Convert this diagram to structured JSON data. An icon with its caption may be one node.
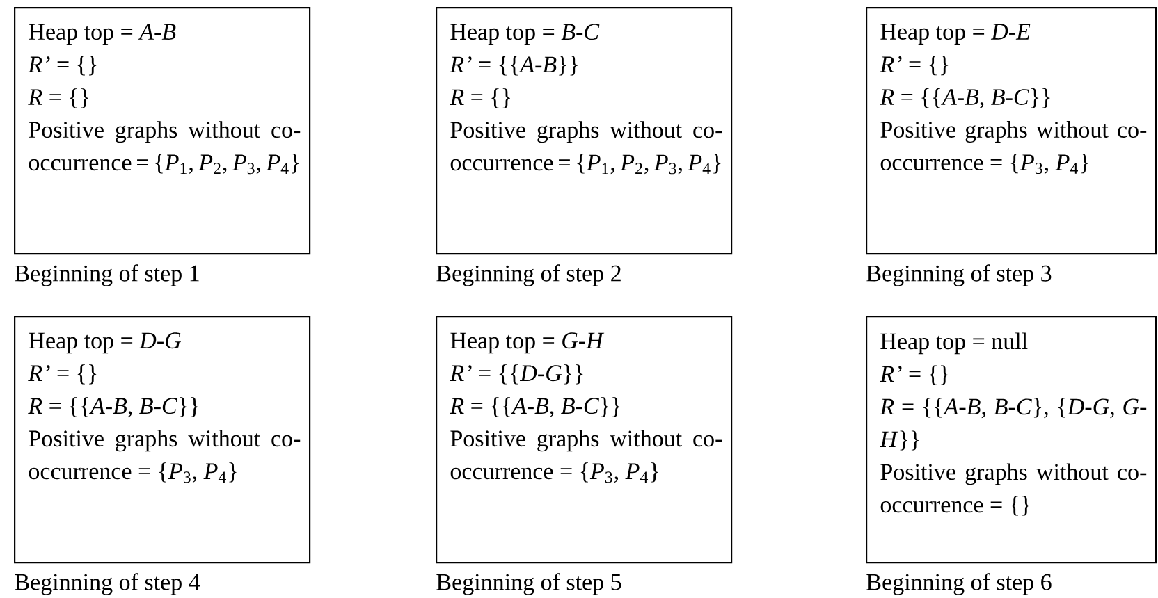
{
  "diagram": {
    "nodes": [
      {
        "text": [
          "Heap top = *A-B*",
          "*R’* = {}",
          "*R* = {}",
          "Positive graphs without co-occurrence = {*P*$_{1}$, *P*$_{2}$, *P*$_{3}$, *P*$_{4}$}"
        ],
        "beside": [
          "Beginning of step 1"
        ]
      },
      {
        "text": [
          "Heap top = *B-C*",
          "*R’* = {{*A-B*}}",
          "*R* = {}",
          "Positive graphs without co-occurrence = {*P*$_{1}$, *P*$_{2}$, *P*$_{3}$, *P*$_{4}$}"
        ],
        "beside": [
          "Beginning of step 2"
        ]
      },
      {
        "text": [
          "Heap top = *D-E*",
          "*R’* = {}",
          "*R* = {{*A-B*, *B-C*}}",
          "Positive graphs without co-occurrence = {*P*$_{3}$, *P*$_{4}$}"
        ],
        "beside": [
          "Beginning of step 3"
        ]
      },
      {
        "text": [
          "Heap top = *D-G*",
          "*R’* = {}",
          "*R* = {{*A-B*, *B-C*}}",
          "Positive graphs without co-occurrence = {*P*$_{3}$, *P*$_{4}$}"
        ],
        "beside": [
          "Beginning of step 4"
        ]
      },
      {
        "text": [
          "Heap top = *G-H*",
          "*R’* = {{*D-G*}}",
          "*R* = {{*A-B*, *B-C*}}",
          "Positive graphs without co-occurrence = {*P*$_{3}$, *P*$_{4}$}"
        ],
        "beside": [
          "Beginning of step 5"
        ]
      },
      {
        "text": [
          "Heap top = null",
          "*R’* = {}",
          "*R* = {{*A-B*, *B-C*}, {*D-G*, *G-H*}}",
          "Positive graphs without co-occurrence = {}"
        ],
        "beside": [
          "Beginning of step 6"
        ]
      }
    ]
  }
}
